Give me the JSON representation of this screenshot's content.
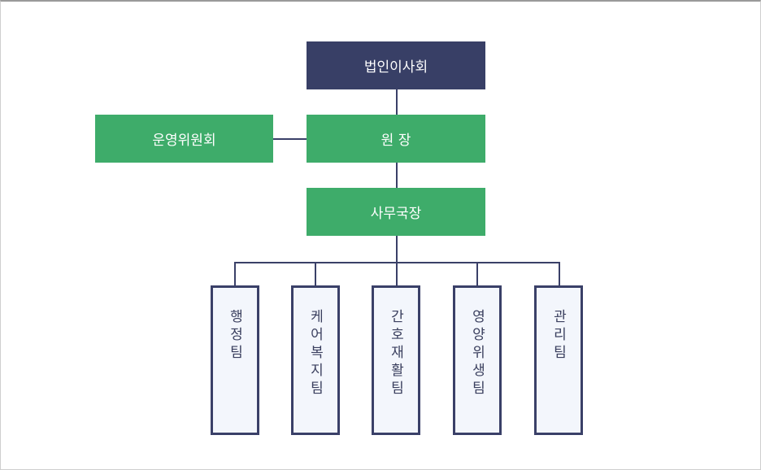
{
  "org_chart": {
    "board": "법인이사회",
    "committee": "운영위원회",
    "director": "원 장",
    "secretary_general": "사무국장",
    "teams": [
      {
        "label": "행정팀"
      },
      {
        "label": "케어복지팀"
      },
      {
        "label": "간호재활팀"
      },
      {
        "label": "영양위생팀"
      },
      {
        "label": "관리팀"
      }
    ]
  },
  "colors": {
    "board_fill": "#383f66",
    "management_fill": "#3eac6a",
    "team_border": "#3a4068",
    "team_fill": "#f3f6fc",
    "connector": "#3a4068"
  }
}
